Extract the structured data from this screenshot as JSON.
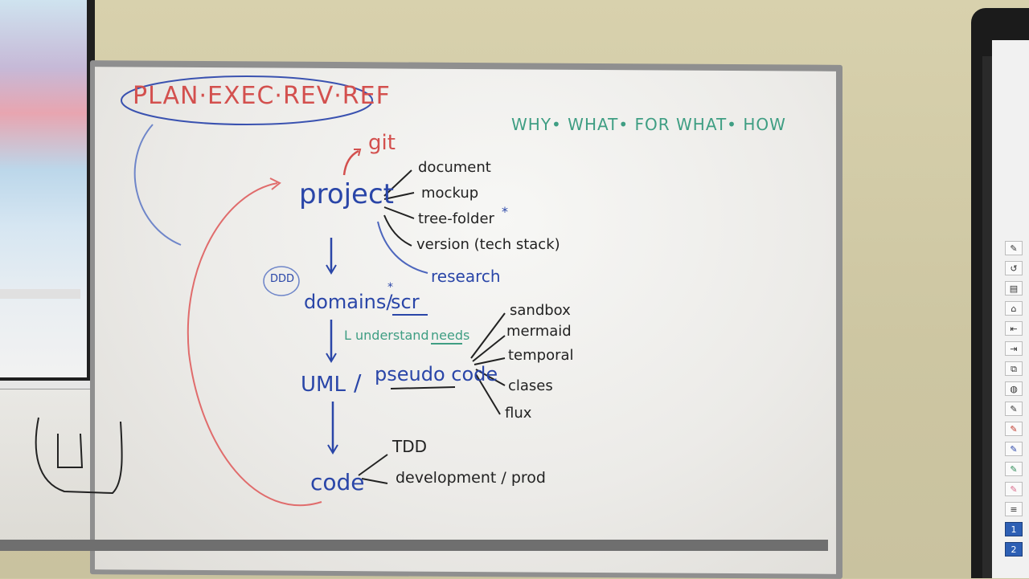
{
  "board": {
    "cycle": "PLAN·EXEC·REV·REF",
    "questions": "WHY• WHAT• FOR WHAT• HOW",
    "git": "git",
    "project": "project",
    "project_items": [
      "document",
      "mockup",
      "tree-folder",
      "version (tech stack)"
    ],
    "star": "*",
    "research": "research",
    "ddd": "DDD",
    "domains": "domains/",
    "scr": "scr",
    "understand": "L understand",
    "needs": "needs",
    "uml": "UML",
    "slash": "/",
    "pseudo": "pseudo code",
    "pseudo_items": [
      "sandbox",
      "mermaid",
      "temporal",
      "clases",
      "flux"
    ],
    "code": "code",
    "code_items": [
      "TDD",
      "development / prod"
    ]
  },
  "panel_tools": [
    "✎",
    "↺",
    "▤",
    "⌂",
    "⇤",
    "⇥",
    "⧉",
    "◍",
    "✎",
    "✎",
    "✎",
    "✎",
    "✎",
    "≡",
    "1",
    "2"
  ],
  "colors": {
    "marker_blue": "#2a46a8",
    "marker_black": "#222222",
    "marker_red": "#d3504e",
    "marker_green": "#3f9e83"
  }
}
